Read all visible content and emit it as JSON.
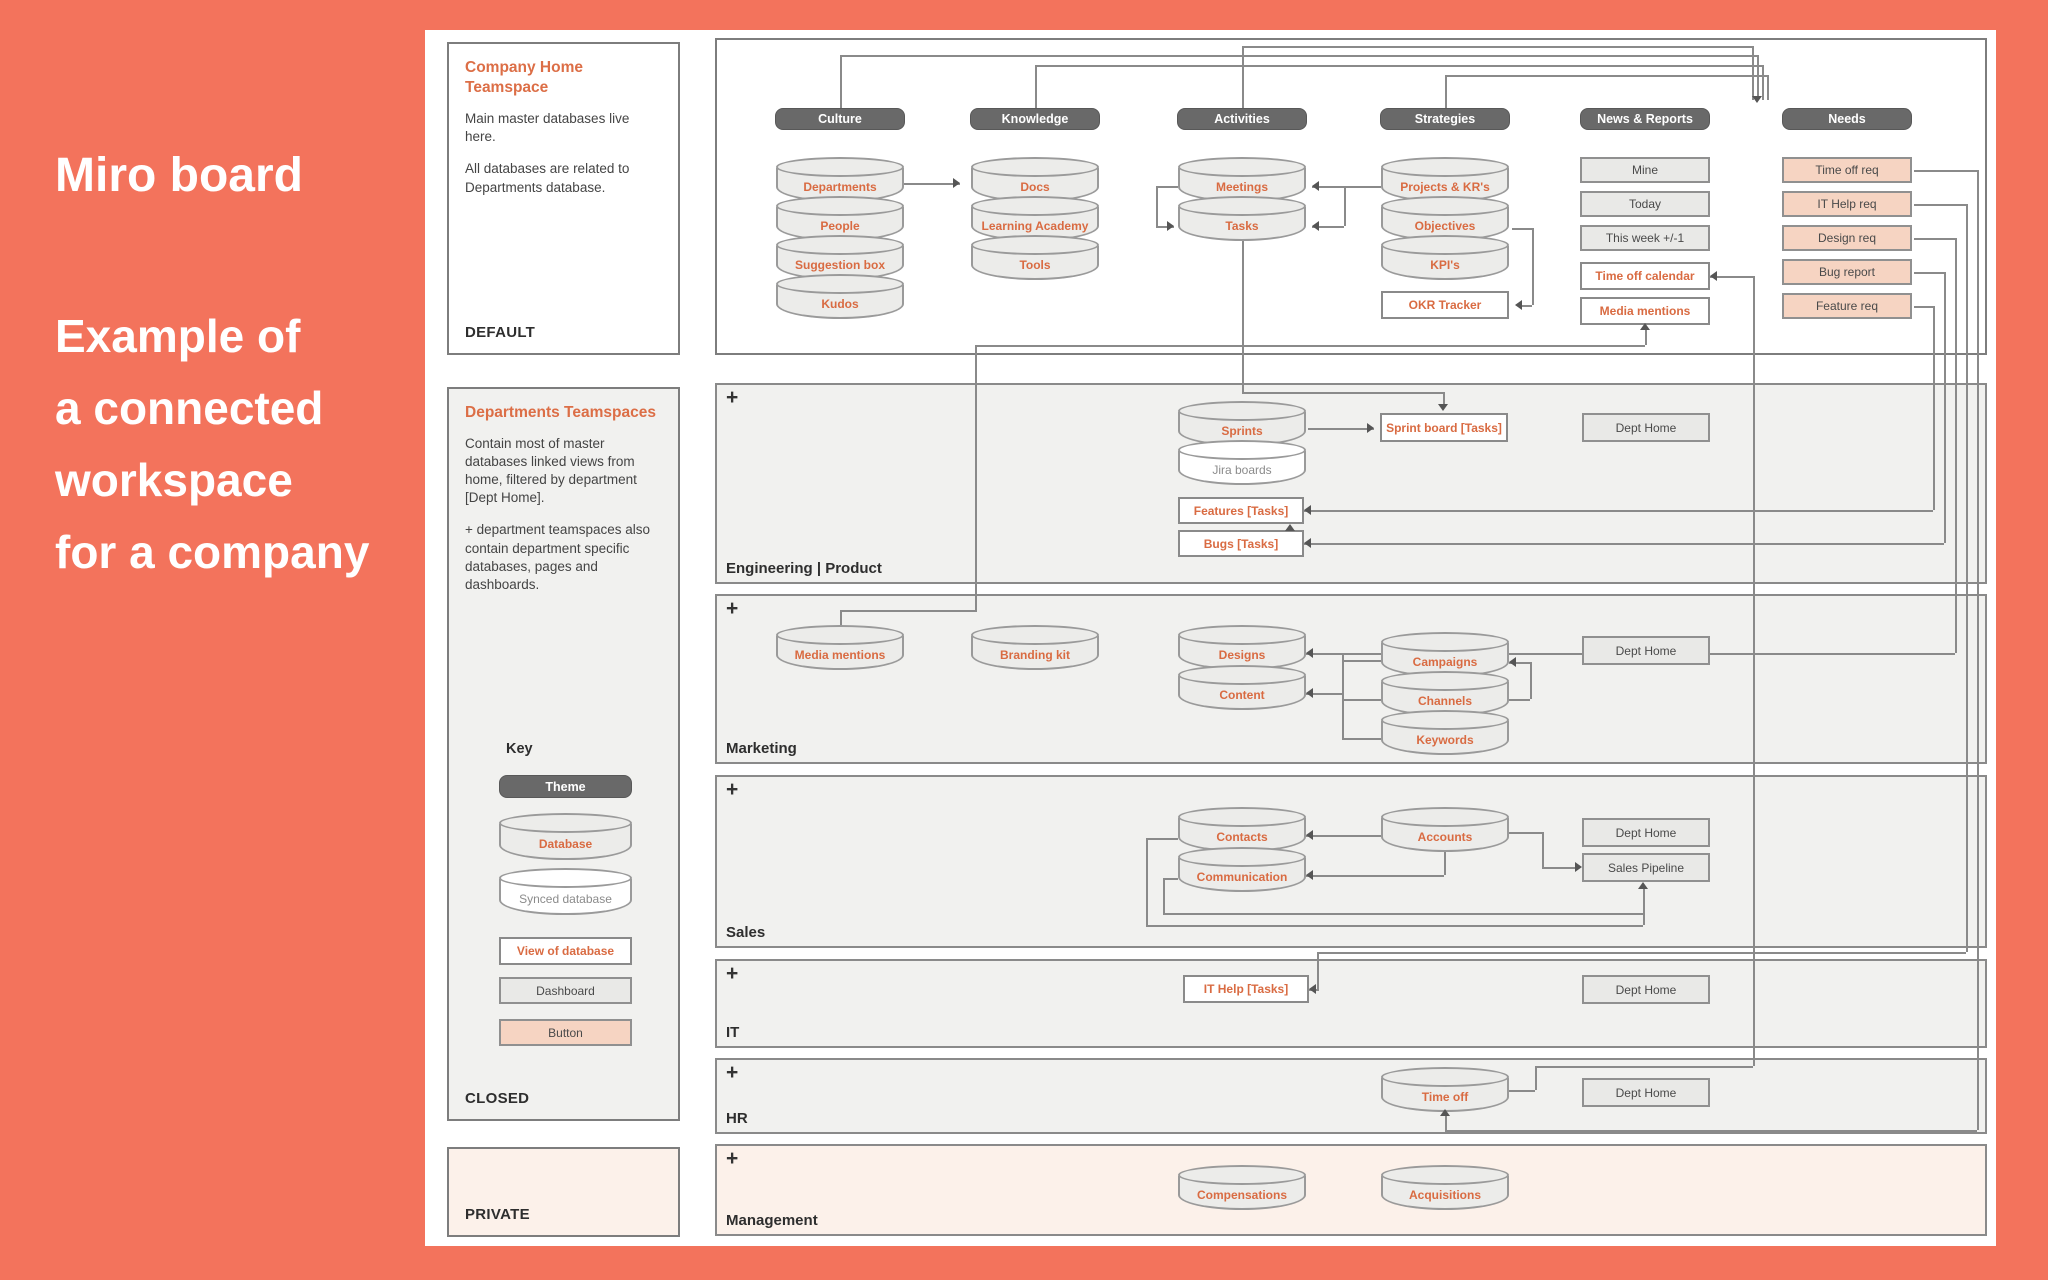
{
  "intro": {
    "title": "Miro board",
    "l1": "Example of",
    "l2": "a connected",
    "l3": "workspace",
    "l4": "for a company"
  },
  "company_home": {
    "title": "Company Home Teamspace",
    "p1": "Main master databases live here.",
    "p2": "All databases are related to Departments database.",
    "footer": "DEFAULT"
  },
  "departments_panel": {
    "title": "Departments Teamspaces",
    "p1": "Contain most of master databases linked views from home, filtered by department [Dept Home].",
    "p2": "+ department teamspaces also contain department specific databases, pages and dashboards.",
    "key_title": "Key",
    "key_theme": "Theme",
    "key_database": "Database",
    "key_synced": "Synced database",
    "key_view": "View of database",
    "key_dashboard": "Dashboard",
    "key_button": "Button",
    "footer": "CLOSED"
  },
  "private_panel": {
    "footer": "PRIVATE"
  },
  "themes": {
    "culture": "Culture",
    "knowledge": "Knowledge",
    "activities": "Activities",
    "strategies": "Strategies",
    "news": "News & Reports",
    "needs": "Needs"
  },
  "culture": {
    "db1": "Departments",
    "db2": "People",
    "db3": "Suggestion box",
    "db4": "Kudos"
  },
  "knowledge": {
    "db1": "Docs",
    "db2": "Learning Academy",
    "db3": "Tools"
  },
  "activities": {
    "db1": "Meetings",
    "db2": "Tasks"
  },
  "strategies": {
    "db1": "Projects & KR's",
    "db2": "Objectives",
    "db3": "KPI's",
    "view1": "OKR Tracker"
  },
  "news": {
    "dash1": "Mine",
    "dash2": "Today",
    "dash3": "This week +/-1",
    "view1": "Time off calendar",
    "view2": "Media mentions"
  },
  "needs": {
    "btn1": "Time off req",
    "btn2": "IT Help req",
    "btn3": "Design req",
    "btn4": "Bug report",
    "btn5": "Feature req"
  },
  "engineering": {
    "plus": "+",
    "label": "Engineering | Product",
    "db_sprints": "Sprints",
    "db_jira": "Jira boards",
    "view_features": "Features [Tasks]",
    "view_bugs": "Bugs [Tasks]",
    "view_sprint_board": "Sprint board [Tasks]",
    "dash_home": "Dept Home"
  },
  "marketing": {
    "plus": "+",
    "label": "Marketing",
    "db_media": "Media mentions",
    "db_branding": "Branding kit",
    "db_designs": "Designs",
    "db_content": "Content",
    "db_campaigns": "Campaigns",
    "db_channels": "Channels",
    "db_keywords": "Keywords",
    "dash_home": "Dept Home"
  },
  "sales": {
    "plus": "+",
    "label": "Sales",
    "db_contacts": "Contacts",
    "db_communication": "Communication",
    "db_accounts": "Accounts",
    "dash_home": "Dept Home",
    "dash_pipeline": "Sales Pipeline"
  },
  "it": {
    "plus": "+",
    "label": "IT",
    "view_help": "IT Help [Tasks]",
    "dash_home": "Dept Home"
  },
  "hr": {
    "plus": "+",
    "label": "HR",
    "db_timeoff": "Time off",
    "dash_home": "Dept Home"
  },
  "management": {
    "plus": "+",
    "label": "Management",
    "db_comp": "Compensations",
    "db_acq": "Acquisitions"
  },
  "colors": {
    "frame": "#F3735C",
    "accent": "#D96B42",
    "theme_pill": "#696969",
    "button_fill": "#F6D4C2",
    "panel_gray": "#F1F1EF",
    "panel_pink": "#FCF1EA",
    "line": "#8A8A8A"
  }
}
